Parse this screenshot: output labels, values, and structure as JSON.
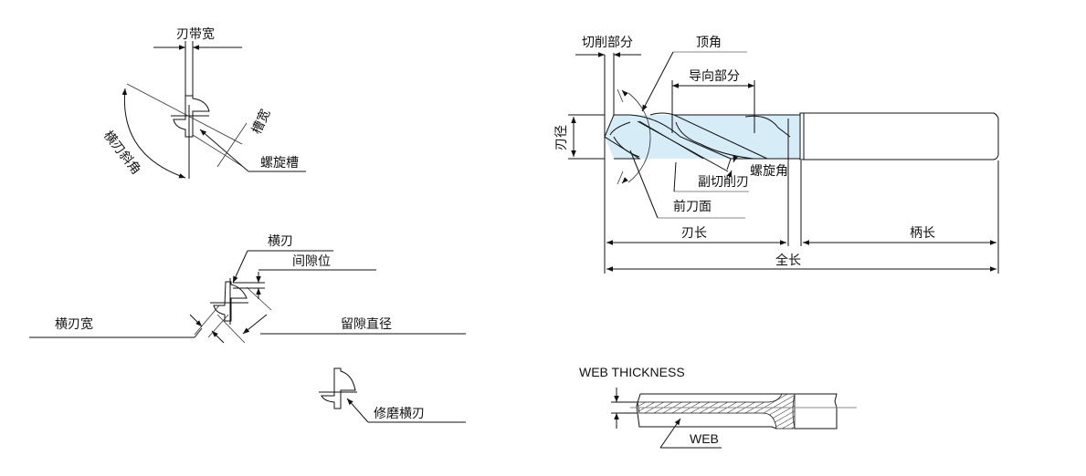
{
  "colors": {
    "drill_fill": "#d6ecf7",
    "line": "#111111"
  },
  "left_diagram": {
    "margin_width": "刃带宽",
    "flute_width": "槽宽",
    "helical_flute": "螺旋槽",
    "chisel_edge_angle": "横刃斜角",
    "chisel_edge": "横刃",
    "clearance": "间隙位",
    "chisel_edge_width": "横刃宽",
    "clearance_diameter": "留隙直径",
    "web_thinning": "修磨横刃"
  },
  "drill_diagram": {
    "cutting_part": "切削部分",
    "point_angle": "顶角",
    "guide_part": "导向部分",
    "diameter": "刃径",
    "helix_angle": "螺旋角",
    "secondary_edge": "副切削刃",
    "rake_face": "前刀面",
    "flute_length": "刃长",
    "shank_length": "柄长",
    "overall_length": "全长"
  },
  "web_diagram": {
    "web_thickness": "WEB THICKNESS",
    "web": "WEB"
  }
}
